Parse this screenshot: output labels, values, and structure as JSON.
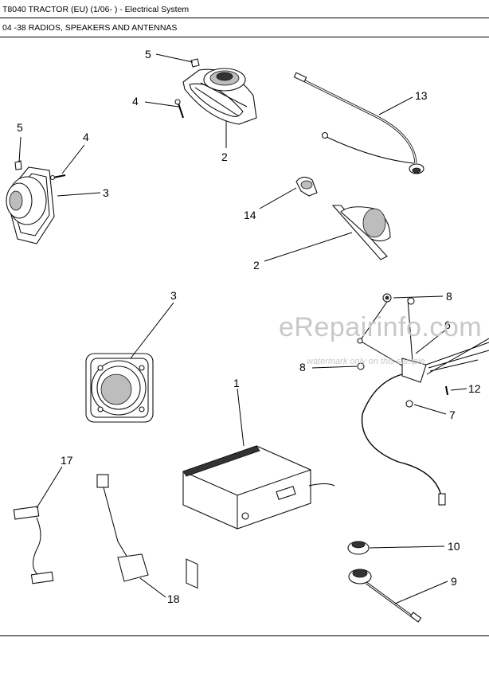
{
  "header": {
    "model_line": "T8040 TRACTOR (EU) (1/06- ) - Electrical System",
    "section_line": "04 -38 RADIOS, SPEAKERS AND ANTENNAS"
  },
  "watermark": {
    "site": "eRepairinfo.com",
    "notice": "watermark only on this sample"
  },
  "callouts": [
    {
      "id": "c5a",
      "label": "5"
    },
    {
      "id": "c4a",
      "label": "4"
    },
    {
      "id": "c2a",
      "label": "2"
    },
    {
      "id": "c13",
      "label": "13"
    },
    {
      "id": "c5b",
      "label": "5"
    },
    {
      "id": "c4b",
      "label": "4"
    },
    {
      "id": "c3a",
      "label": "3"
    },
    {
      "id": "c14",
      "label": "14"
    },
    {
      "id": "c2b",
      "label": "2"
    },
    {
      "id": "c3b",
      "label": "3"
    },
    {
      "id": "c8a",
      "label": "8"
    },
    {
      "id": "c6",
      "label": "6"
    },
    {
      "id": "c8b",
      "label": "8"
    },
    {
      "id": "c1",
      "label": "1"
    },
    {
      "id": "c12",
      "label": "12"
    },
    {
      "id": "c7",
      "label": "7"
    },
    {
      "id": "c17",
      "label": "17"
    },
    {
      "id": "c10",
      "label": "10"
    },
    {
      "id": "c9",
      "label": "9"
    },
    {
      "id": "c18",
      "label": "18"
    }
  ]
}
